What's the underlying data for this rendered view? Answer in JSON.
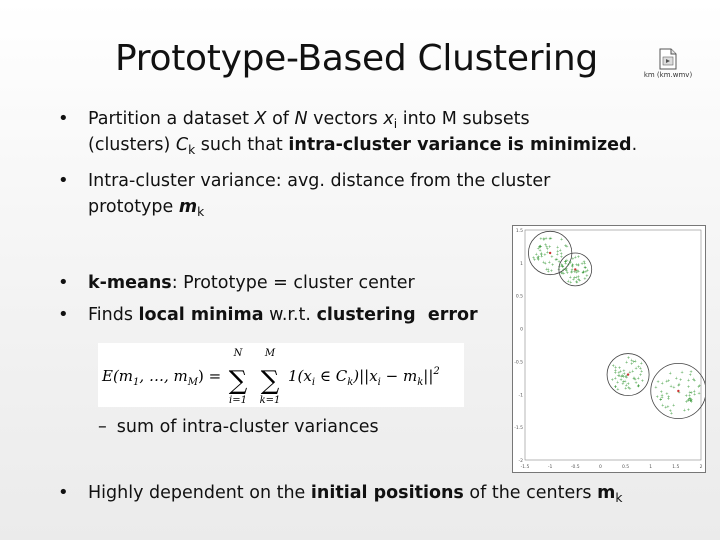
{
  "slide": {
    "title": "Prototype-Based Clustering",
    "media_caption": "km (km.wmv)"
  },
  "bullets": {
    "b1": {
      "l1_pre": "Partition a dataset ",
      "l1_X": "X",
      "l1_of": " of ",
      "l1_N": "N",
      "l1_vectors": " vectors ",
      "l1_x": "x",
      "l1_i": "i",
      "l1_post": " into M subsets",
      "l2_pre": "(clusters) ",
      "l2_C": "C",
      "l2_k": "k",
      "l2_such": " such that ",
      "l2_bold": "intra-cluster variance is minimized",
      "l2_end": "."
    },
    "b2": {
      "l1": "Intra-cluster variance: avg. distance from the cluster",
      "l2_pre": "prototype ",
      "l2_m": "m",
      "l2_k": "k"
    },
    "b3": {
      "bold": "k-means",
      "rest": ": Prototype = cluster center"
    },
    "b4": {
      "pre": "Finds ",
      "bold1": "local minima",
      "mid": " w.r.t. ",
      "bold2": "clustering  error"
    },
    "sub": {
      "dash": "–",
      "text": "sum of intra-cluster variances"
    },
    "b5": {
      "pre": "Highly dependent on the ",
      "bold": "initial positions",
      "post": " of the centers ",
      "m": "m",
      "k": "k"
    }
  },
  "formula": {
    "lhs": "E(m",
    "lhs_sub1": "1",
    "lhs_mid": ", …, m",
    "lhs_subM": "M",
    "lhs_close": ") = ",
    "sum1_top": "N",
    "sum1_bot": "i=1",
    "sum2_top": "M",
    "sum2_bot": "k=1",
    "body1": "1(x",
    "body1_sub": "i",
    "body2": " ∈ C",
    "body2_sub": "k",
    "body3": ")||x",
    "body3_sub": "i",
    "body4": " − m",
    "body4_sub": "k",
    "body5": "||",
    "body_sup": "2"
  },
  "chart_data": {
    "type": "scatter",
    "y_ticks": [
      "1.5",
      "1",
      "0.5",
      "0",
      "-0.5",
      "-1",
      "-1.5",
      "-2"
    ],
    "x_ticks": [
      "-1.5",
      "-1",
      "-0.5",
      "0",
      "0.5",
      "1",
      "1.5",
      "2"
    ],
    "xlim": [
      -1.5,
      2
    ],
    "ylim": [
      -2,
      1.5
    ],
    "clusters": [
      {
        "center": [
          -1.0,
          1.15
        ],
        "radius": 0.33
      },
      {
        "center": [
          -0.5,
          0.9
        ],
        "radius": 0.25
      },
      {
        "center": [
          0.55,
          -0.7
        ],
        "radius": 0.32
      },
      {
        "center": [
          1.55,
          -0.95
        ],
        "radius": 0.42
      }
    ]
  }
}
